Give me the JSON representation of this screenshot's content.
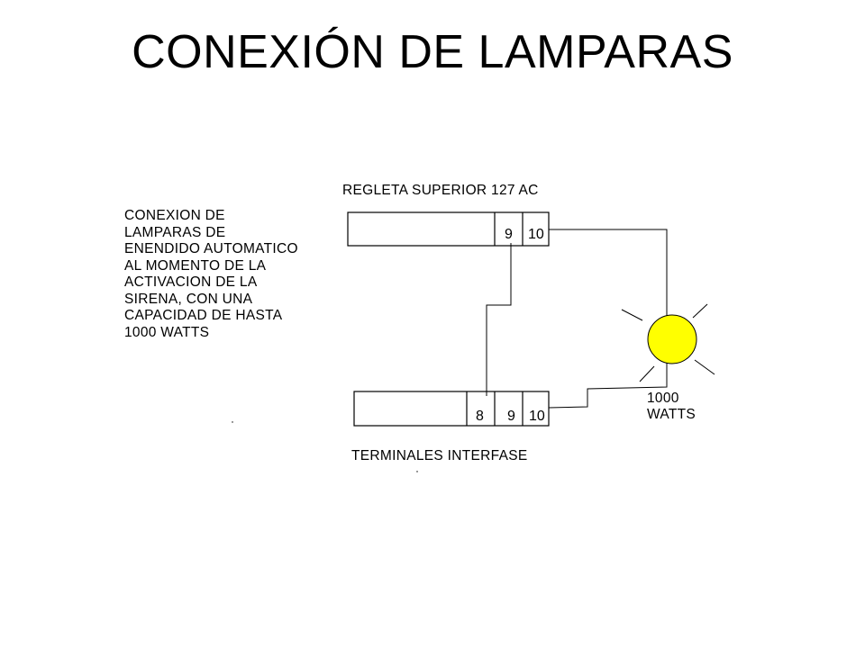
{
  "title": "CONEXIÓN DE LAMPARAS",
  "description": "CONEXION DE\nLAMPARAS DE\nENENDIDO AUTOMATICO\nAL MOMENTO DE LA\nACTIVACION DE LA\nSIRENA, CON UNA\nCAPACIDAD DE HASTA\n1000 WATTS",
  "top_strip": {
    "label": "REGLETA SUPERIOR 127 AC",
    "terminals": [
      "9",
      "10"
    ]
  },
  "bottom_strip": {
    "label": "TERMINALES INTERFASE",
    "terminals": [
      "8",
      "9",
      "10"
    ]
  },
  "lamp": {
    "label_line1": "1000",
    "label_line2": "WATTS",
    "color": "#ffff00"
  }
}
